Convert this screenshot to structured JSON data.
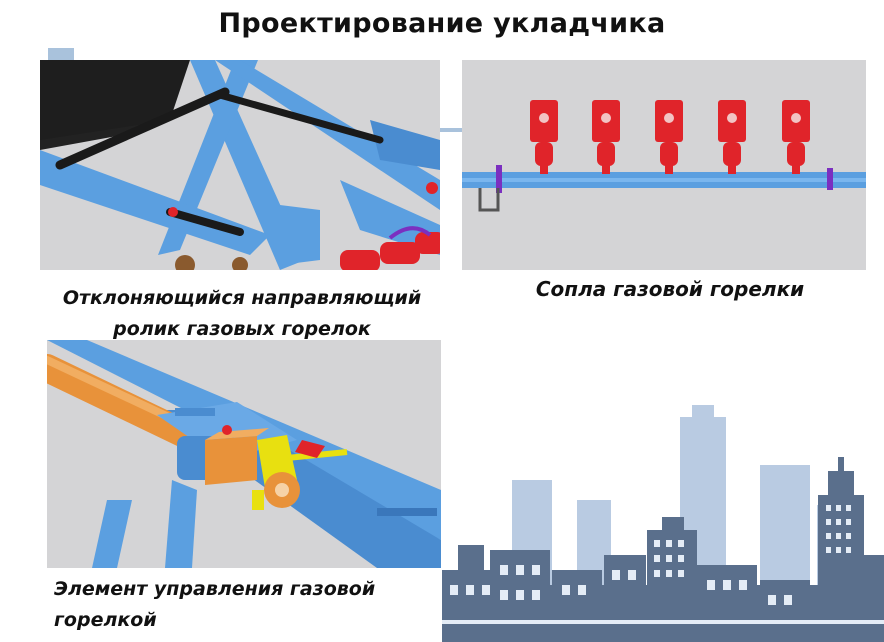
{
  "slide": {
    "title": "Проектирование укладчика"
  },
  "panels": [
    {
      "caption": "Отклоняющийся направляющий ролик газовых горелок"
    },
    {
      "caption": "Сопла газовой горелки"
    },
    {
      "caption": "Элемент управления газовой горелкой"
    }
  ],
  "colors": {
    "frame_blue": "#5b9fe0",
    "nozzle_red": "#e0242a",
    "roller_orange": "#e8923a",
    "guide_yellow": "#e8e010",
    "city_blue": "#5a6f8c",
    "city_light": "#b9cbe2"
  }
}
